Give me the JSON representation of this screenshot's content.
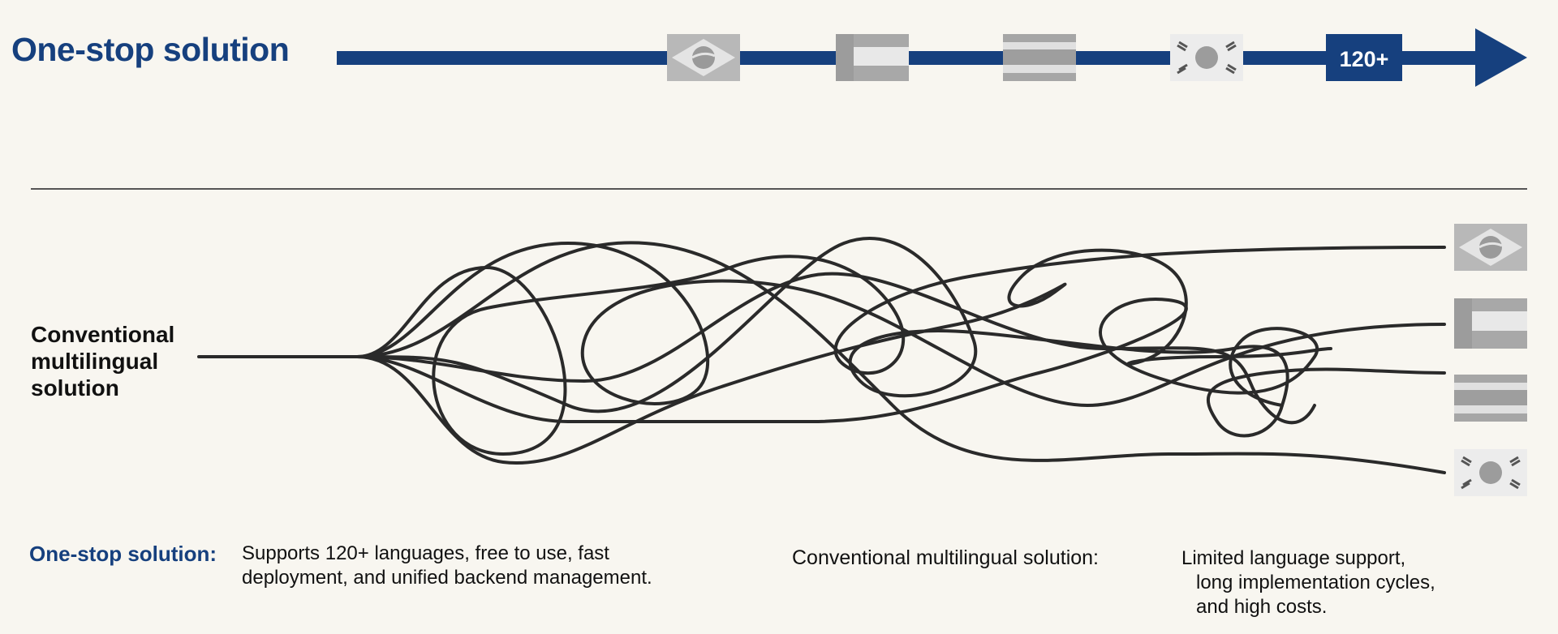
{
  "header": {
    "title": "One-stop solution",
    "badge": "120+",
    "flags": [
      "brazil-flag-icon",
      "poland-flag-icon",
      "striped-flag-icon",
      "korea-flag-icon"
    ]
  },
  "tangle": {
    "label": "Conventional multilingual solution",
    "flags": [
      "brazil-flag-icon",
      "poland-flag-icon",
      "striped-flag-icon",
      "korea-flag-icon"
    ]
  },
  "footer": {
    "left_label": "One-stop solution:",
    "left_text": "Supports 120+ languages, free to use, fast deployment, and unified backend management.",
    "right_label": "Conventional multilingual solution:",
    "right_line1": "Limited language support,",
    "right_line2": "long implementation cycles,",
    "right_line3": "and high costs."
  },
  "colors": {
    "brand_blue": "#16407e",
    "background": "#f8f6f0",
    "flag_gray": "#b4b4b4",
    "line": "#2a2a2a"
  }
}
